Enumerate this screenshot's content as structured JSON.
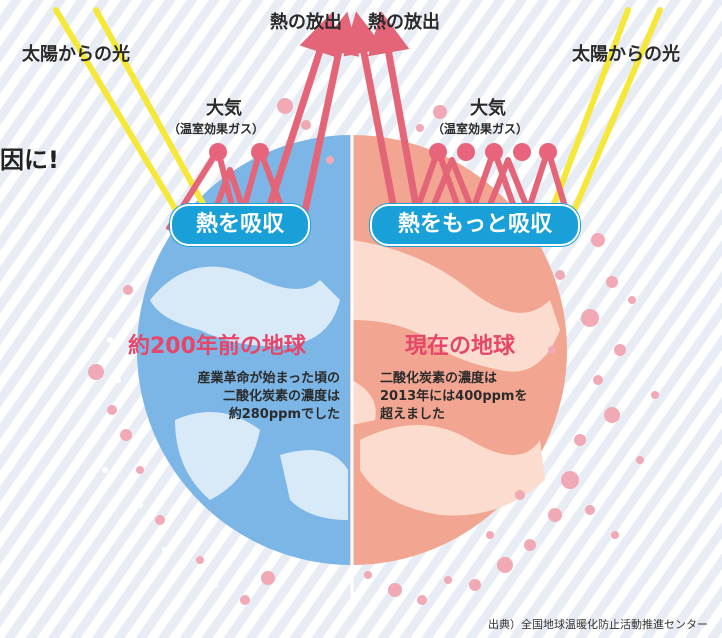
{
  "left": {
    "sunlight_label": "太陽からの光",
    "atmosphere_label": "大気",
    "atmosphere_sub": "（温室効果ガス）",
    "absorb_badge": "熱を吸収",
    "heading": "約200年前の地球",
    "body": "産業革命が始まった頃の\n二酸化炭素の濃度は\n約280ppmでした"
  },
  "right": {
    "sunlight_label": "太陽からの光",
    "atmosphere_label": "大気",
    "atmosphere_sub": "（温室効果ガス）",
    "absorb_badge": "熱をもっと吸収",
    "heading": "現在の地球",
    "body": "二酸化炭素の濃度は\n2013年には400ppmを\n超えました"
  },
  "heat_release_left": "熱の放出",
  "heat_release_right": "熱の放出",
  "edge_heading": "因に!",
  "source": "出典）全国地球温暖化防止活動推進センター",
  "colors": {
    "sunlight": "#f5e838",
    "arrow": "#e46478",
    "node": "#e8647c",
    "badge": "#1aa0d8",
    "heading": "#e5476a",
    "earth_past": "#7bb6e6",
    "earth_now": "#f2a692"
  }
}
